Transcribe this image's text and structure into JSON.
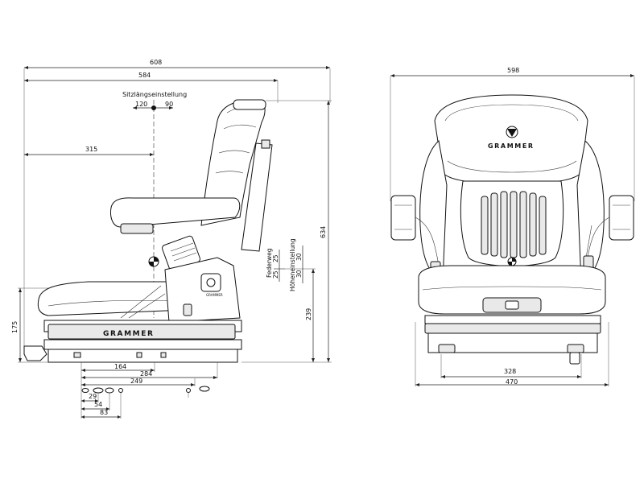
{
  "side_view": {
    "dims": {
      "overall_width": "608",
      "width_584": "584",
      "width_315": "315",
      "total_height": "634",
      "base_height": "175",
      "seat_height": "239",
      "base_164": "164",
      "base_284": "284",
      "base_249": "249",
      "hole_29": "29",
      "hole_54": "54",
      "hole_83": "83"
    },
    "fore_aft": {
      "label": "Sitzlängseinstellung",
      "back": "120",
      "front": "90"
    },
    "suspension": {
      "label": "Federweg",
      "upper": "25",
      "lower": "25"
    },
    "height_adjust": {
      "label": "Höheneinstellung",
      "upper": "30",
      "lower": "30"
    },
    "brand_base": "GRAMMER",
    "brand_small": "GRAMMER"
  },
  "front_view": {
    "dims": {
      "overall_width": "598",
      "inner_base": "328",
      "base_width": "470"
    },
    "brand_back": "GRAMMER"
  }
}
